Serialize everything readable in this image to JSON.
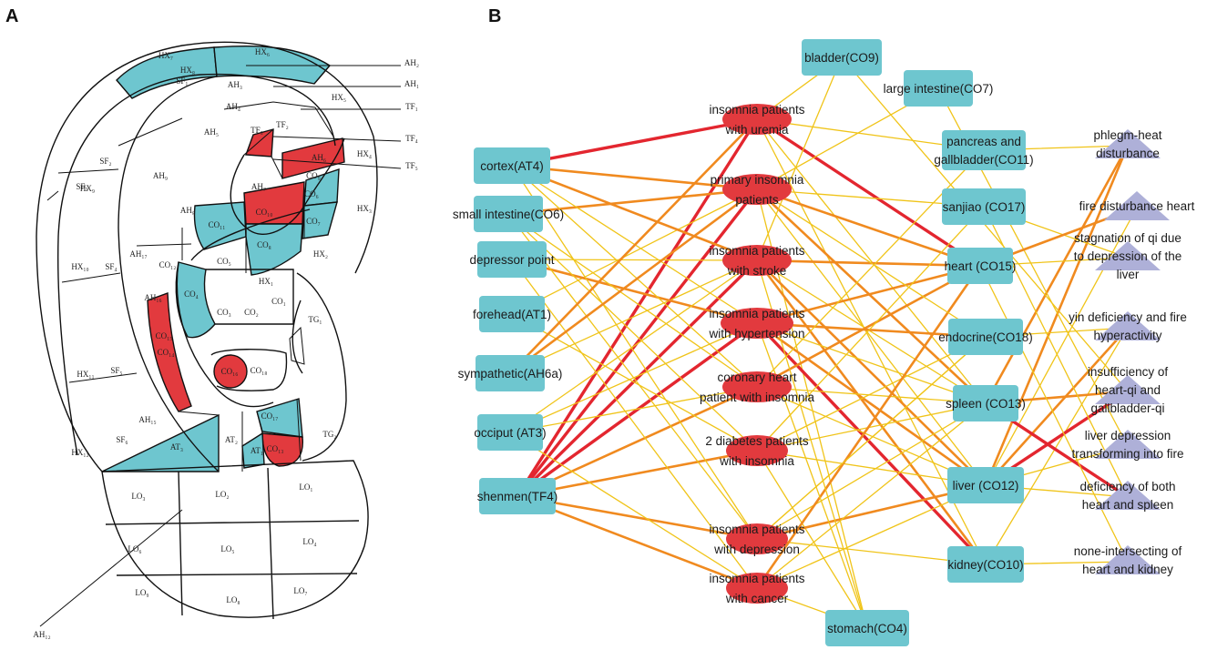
{
  "panels": {
    "a": "A",
    "b": "B"
  },
  "colors": {
    "teal": "#6ec6cf",
    "red": "#e23a3e",
    "lavender": "#aeb0d8",
    "edge_yellow": "#f0c419",
    "edge_orange": "#f08a1f",
    "edge_red": "#e3262f"
  },
  "ear": {
    "regions": [
      {
        "label": "HX₇",
        "color": "teal"
      },
      {
        "label": "HX₆",
        "color": "teal"
      },
      {
        "label": "AH₂",
        "color": "none"
      },
      {
        "label": "AH₁",
        "color": "none"
      },
      {
        "label": "HX₈",
        "color": "none"
      },
      {
        "label": "SF₁",
        "color": "none"
      },
      {
        "label": "AH₃",
        "color": "none"
      },
      {
        "label": "HX₅",
        "color": "none"
      },
      {
        "label": "TF₁",
        "color": "none"
      },
      {
        "label": "AH₄",
        "color": "none"
      },
      {
        "label": "SF₂",
        "color": "none"
      },
      {
        "label": "AH₅",
        "color": "none"
      },
      {
        "label": "TF₃",
        "color": "none"
      },
      {
        "label": "TF₂",
        "color": "none"
      },
      {
        "label": "TF₄",
        "color": "red"
      },
      {
        "label": "AH₆",
        "color": "red"
      },
      {
        "label": "HX₄",
        "color": "none"
      },
      {
        "label": "TF₅",
        "color": "none"
      },
      {
        "label": "HX₉",
        "color": "none"
      },
      {
        "label": "SF₃",
        "color": "none"
      },
      {
        "label": "AH₉",
        "color": "none"
      },
      {
        "label": "CO₉",
        "color": "none"
      },
      {
        "label": "AH₇",
        "color": "none"
      },
      {
        "label": "CO₆",
        "color": "teal"
      },
      {
        "label": "HX₃",
        "color": "none"
      },
      {
        "label": "AH₈",
        "color": "none"
      },
      {
        "label": "CO₁₀",
        "color": "red"
      },
      {
        "label": "CO₇",
        "color": "teal"
      },
      {
        "label": "CO₁₁",
        "color": "teal"
      },
      {
        "label": "CO₈",
        "color": "teal"
      },
      {
        "label": "HX₂",
        "color": "none"
      },
      {
        "label": "HX₁₀",
        "color": "none"
      },
      {
        "label": "SF₄",
        "color": "none"
      },
      {
        "label": "AH₁₇",
        "color": "none"
      },
      {
        "label": "CO₁₂",
        "color": "none"
      },
      {
        "label": "CO₅",
        "color": "none"
      },
      {
        "label": "HX₁",
        "color": "none"
      },
      {
        "label": "AH₁₆",
        "color": "none"
      },
      {
        "label": "CO₄",
        "color": "teal"
      },
      {
        "label": "CO₃",
        "color": "none"
      },
      {
        "label": "CO₂",
        "color": "none"
      },
      {
        "label": "CO₁",
        "color": "none"
      },
      {
        "label": "CO₁₅",
        "color": "red"
      },
      {
        "label": "CO₁₄",
        "color": "none"
      },
      {
        "label": "TG₁",
        "color": "none"
      },
      {
        "label": "HX₁₁",
        "color": "none"
      },
      {
        "label": "SF₅",
        "color": "none"
      },
      {
        "label": "CO₁₆",
        "color": "red"
      },
      {
        "label": "CO₁₈",
        "color": "none"
      },
      {
        "label": "AH₁₅",
        "color": "none"
      },
      {
        "label": "CO₁₇",
        "color": "teal"
      },
      {
        "label": "HX₁₂",
        "color": "none"
      },
      {
        "label": "SF₆",
        "color": "none"
      },
      {
        "label": "AT₃",
        "color": "teal"
      },
      {
        "label": "AT₂",
        "color": "none"
      },
      {
        "label": "AT₁",
        "color": "teal"
      },
      {
        "label": "CO₁₃",
        "color": "red"
      },
      {
        "label": "TG₂",
        "color": "none"
      },
      {
        "label": "AH₁₂",
        "color": "none"
      },
      {
        "label": "LO₃",
        "color": "none"
      },
      {
        "label": "LO₂",
        "color": "none"
      },
      {
        "label": "LO₁",
        "color": "none"
      },
      {
        "label": "LO₆",
        "color": "none"
      },
      {
        "label": "LO₅",
        "color": "none"
      },
      {
        "label": "LO₄",
        "color": "none"
      },
      {
        "label": "LO₉",
        "color": "none"
      },
      {
        "label": "LO₈",
        "color": "none"
      },
      {
        "label": "LO₇",
        "color": "none"
      }
    ]
  },
  "network": {
    "acupoints": [
      [
        "cortex(AT4)"
      ],
      [
        "small intestine(CO6)"
      ],
      [
        "depressor point"
      ],
      [
        "forehead(AT1)"
      ],
      [
        "sympathetic(AH6a)"
      ],
      [
        "occiput (AT3)"
      ],
      [
        "shenmen(TF4)"
      ],
      [
        "bladder(CO9)"
      ],
      [
        "large intestine(CO7)"
      ],
      [
        "pancreas and",
        "gallbladder(CO11)"
      ],
      [
        "sanjiao (CO17)"
      ],
      [
        "heart (CO15)"
      ],
      [
        "endocrine(CO18)"
      ],
      [
        "spleen (CO13)"
      ],
      [
        "liver (CO12)"
      ],
      [
        "kidney(CO10)"
      ],
      [
        "stomach(CO4)"
      ]
    ],
    "diseases": [
      [
        "insomnia patients",
        "with uremia"
      ],
      [
        "primary insomnia",
        "patients"
      ],
      [
        "insomnia patients",
        "with stroke"
      ],
      [
        "insomnia patients",
        "with hypertension"
      ],
      [
        "coronary heart",
        "patient with insomnia"
      ],
      [
        "2 diabetes patients",
        "with insomnia"
      ],
      [
        "insomnia patients",
        "with depression"
      ],
      [
        "insomnia patients",
        "with cancer"
      ]
    ],
    "syndromes": [
      [
        "phlegm-heat",
        "disturbance"
      ],
      [
        "fire disturbance heart"
      ],
      [
        "stagnation of qi due",
        "to depression of the",
        "liver"
      ],
      [
        "yin deficiency and fire",
        "hyperactivity"
      ],
      [
        "insufficiency of",
        "heart-qi and",
        "gallbladder-qi"
      ],
      [
        "liver depression",
        "transforming into fire"
      ],
      [
        "deficiency of both",
        "heart and spleen"
      ],
      [
        "none-intersecting of",
        "heart and kidney"
      ]
    ]
  }
}
